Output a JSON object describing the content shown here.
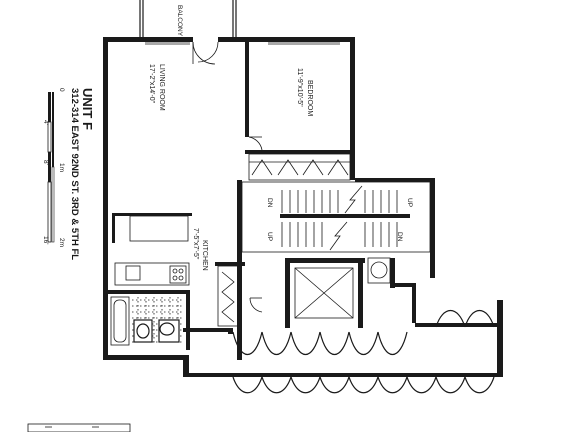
{
  "title": "UNIT F",
  "address": "312-314 EAST 92ND ST. 3RD & 5TH FL",
  "rooms": {
    "balcony": "BALCONY",
    "living_room": "LIVING ROOM",
    "living_room_dims": "17'-2\"x14'-0\"",
    "bedroom": "BEDROOM",
    "bedroom_dims": "11'-9\"x10'-5\"",
    "kitchen": "KITCHEN",
    "kitchen_dims": "7'-5\"x7'-5\""
  },
  "stairs": {
    "up": "UP",
    "dn": "DN"
  },
  "scale": {
    "feet": [
      "0",
      "4'",
      "8'",
      "16'"
    ],
    "meters": [
      "1m",
      "2m"
    ]
  },
  "colors": {
    "line": "#1a1a1a",
    "background": "#ffffff"
  }
}
